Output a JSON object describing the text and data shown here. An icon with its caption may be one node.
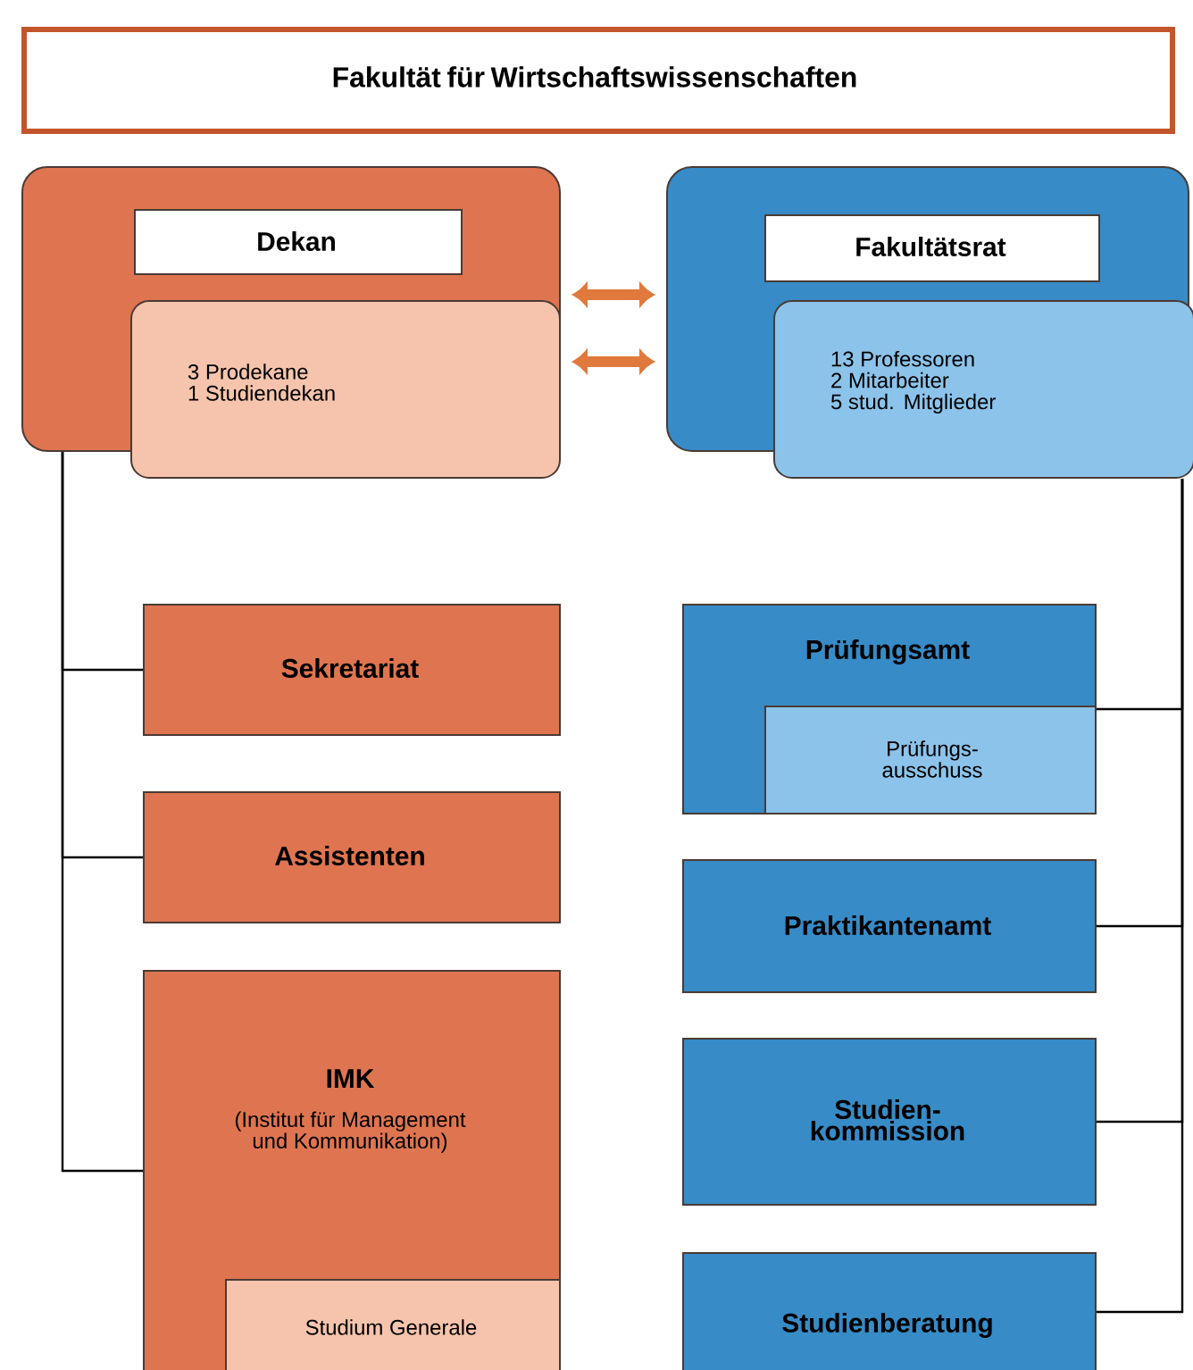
{
  "diagram": {
    "nodes": [
      {
        "text": [
          "Fakultät für Wirtschaftswissenschaften"
        ]
      },
      {
        "text": [],
        "shape": "box"
      },
      {
        "text": [
          "Dekan"
        ],
        "in": 1
      },
      {
        "text": [
          "3 Prodekane",
          "1 Studiendekan"
        ]
      },
      {
        "text": [],
        "shape": "box"
      },
      {
        "text": [
          "Fakultätsrat"
        ],
        "in": 4
      },
      {
        "text": [
          "13 Professoren",
          "2 Mitarbeiter",
          "5 stud. Mitglieder"
        ]
      },
      {
        "text": [
          "Sekretariat"
        ]
      },
      {
        "text": [
          "Assistenten"
        ]
      },
      {
        "text": [
          "IMK",
          "(Institut für Management und Kommunikation)"
        ]
      },
      {
        "text": [
          "Studium Generale"
        ],
        "in": 9
      },
      {
        "text": [
          "Prüfungsamt"
        ]
      },
      {
        "text": [
          "Prüfungs- ausschuss"
        ],
        "in": 11
      },
      {
        "text": [
          "Praktikantenamt"
        ]
      },
      {
        "text": [
          "Studien- kommission"
        ]
      },
      {
        "text": [
          "Studienberatung"
        ]
      }
    ],
    "edges": [
      {
        "from": 1,
        "to": 4,
        "arrow": "both",
        "style": "thick",
        "color": "#e0793c"
      },
      {
        "from": 3,
        "to": 4,
        "arrow": "both",
        "style": "thick",
        "color": "#e0793c"
      },
      {
        "from": 1,
        "to": 7,
        "arrow": "none"
      },
      {
        "from": 1,
        "to": 8,
        "arrow": "none"
      },
      {
        "from": 1,
        "to": 9,
        "arrow": "none"
      },
      {
        "from": 6,
        "to": 11,
        "arrow": "none"
      },
      {
        "from": 6,
        "to": 13,
        "arrow": "none"
      },
      {
        "from": 6,
        "to": 14,
        "arrow": "none"
      },
      {
        "from": 6,
        "to": 15,
        "arrow": "none"
      }
    ]
  }
}
